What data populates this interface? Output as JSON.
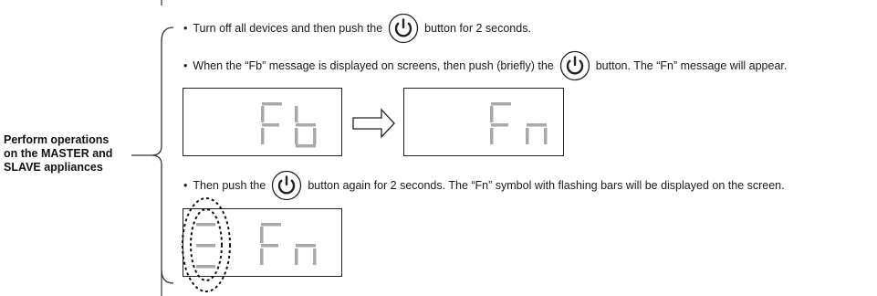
{
  "side_label": {
    "line1": "Perform operations",
    "line2": "on the MASTER and",
    "line3": "SLAVE appliances"
  },
  "steps": [
    {
      "bullet": "•",
      "before": "Turn off all devices and then push the",
      "after": "button for 2 seconds."
    },
    {
      "bullet": "•",
      "before": "When the “Fb” message is displayed on screens, then push (briefly) the",
      "after": "button. The “Fn” message will appear."
    },
    {
      "bullet": "•",
      "before": "Then push the",
      "after": "button again for 2 seconds. The “Fn” symbol with flashing bars will be displayed on the screen."
    }
  ],
  "displays": {
    "first": "Fb",
    "second": "Fn",
    "third": "Fn"
  },
  "icons": {
    "power": "power-button-icon",
    "arrow": "right-arrow-icon",
    "brace": "curly-brace-icon"
  },
  "colors": {
    "segment": "#a9a9a9",
    "border": "#222222"
  }
}
